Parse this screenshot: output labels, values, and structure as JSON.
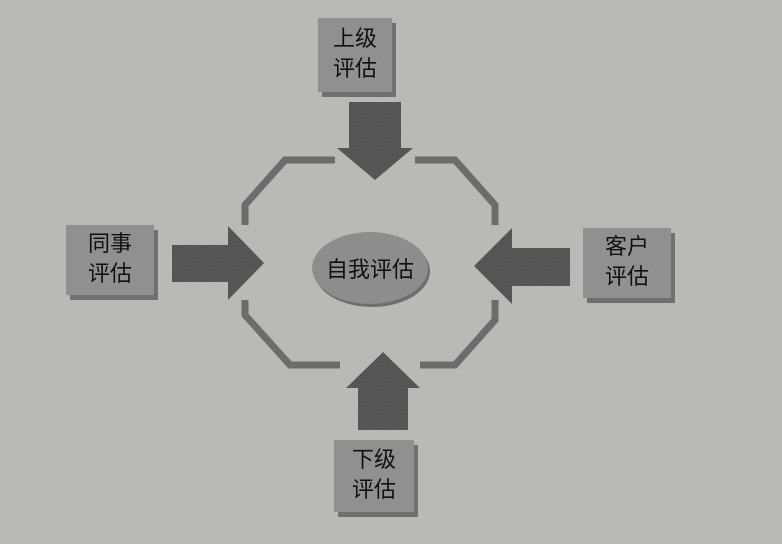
{
  "center": {
    "label": "自我评估"
  },
  "sources": {
    "top": {
      "label": "上级评估"
    },
    "left": {
      "label": "同事评估"
    },
    "right": {
      "label": "客户评估"
    },
    "bottom": {
      "label": "下级评估"
    }
  },
  "colors": {
    "background": "#b8bab6",
    "box": "#8f918e",
    "arrow": "#4a4c4a"
  }
}
